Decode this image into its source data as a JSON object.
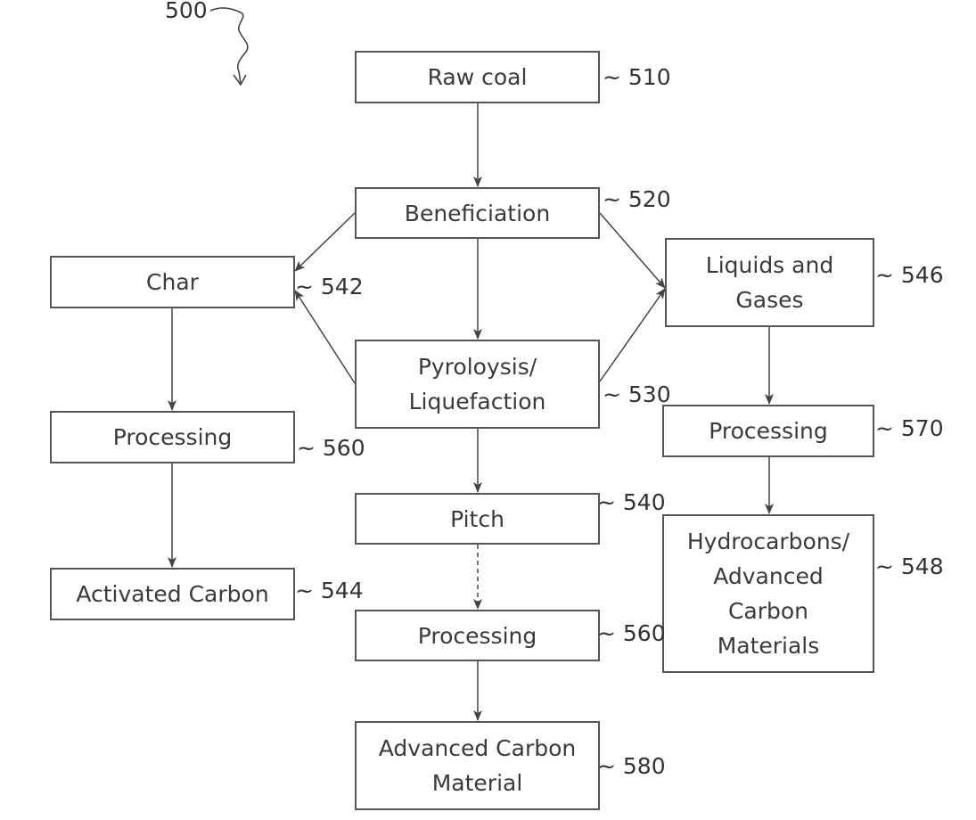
{
  "figure_label": "500",
  "nodes": {
    "raw_coal": {
      "label": "Raw coal",
      "ref": "~ 510"
    },
    "beneficiation": {
      "label": "Beneficiation",
      "ref": "~ 520"
    },
    "char": {
      "label": "Char",
      "ref": "~ 542"
    },
    "liquids_gases": {
      "label": "Liquids and\nGases",
      "ref": "~ 546"
    },
    "pyrolysis": {
      "label": "Pyroloysis/\nLiquefaction",
      "ref": "~ 530"
    },
    "processing_char": {
      "label": "Processing",
      "ref": "~ 560"
    },
    "processing_liquids": {
      "label": "Processing",
      "ref": "~ 570"
    },
    "pitch": {
      "label": "Pitch",
      "ref": "~ 540"
    },
    "activated_carbon": {
      "label": "Activated Carbon",
      "ref": "~ 544"
    },
    "hydrocarbons": {
      "label": "Hydrocarbons/\nAdvanced\nCarbon\nMaterials",
      "ref": "~ 548"
    },
    "processing_pitch": {
      "label": "Processing",
      "ref": "~ 560"
    },
    "advanced_carbon": {
      "label": "Advanced Carbon\nMaterial",
      "ref": "~ 580"
    }
  },
  "edges": [
    {
      "from": "raw_coal",
      "to": "beneficiation"
    },
    {
      "from": "beneficiation",
      "to": "char"
    },
    {
      "from": "beneficiation",
      "to": "pyrolysis"
    },
    {
      "from": "beneficiation",
      "to": "liquids_gases"
    },
    {
      "from": "pyrolysis",
      "to": "char"
    },
    {
      "from": "pyrolysis",
      "to": "liquids_gases"
    },
    {
      "from": "pyrolysis",
      "to": "pitch"
    },
    {
      "from": "char",
      "to": "processing_char"
    },
    {
      "from": "processing_char",
      "to": "activated_carbon"
    },
    {
      "from": "liquids_gases",
      "to": "processing_liquids"
    },
    {
      "from": "processing_liquids",
      "to": "hydrocarbons"
    },
    {
      "from": "pitch",
      "to": "processing_pitch",
      "style": "dashed"
    },
    {
      "from": "processing_pitch",
      "to": "advanced_carbon"
    }
  ]
}
